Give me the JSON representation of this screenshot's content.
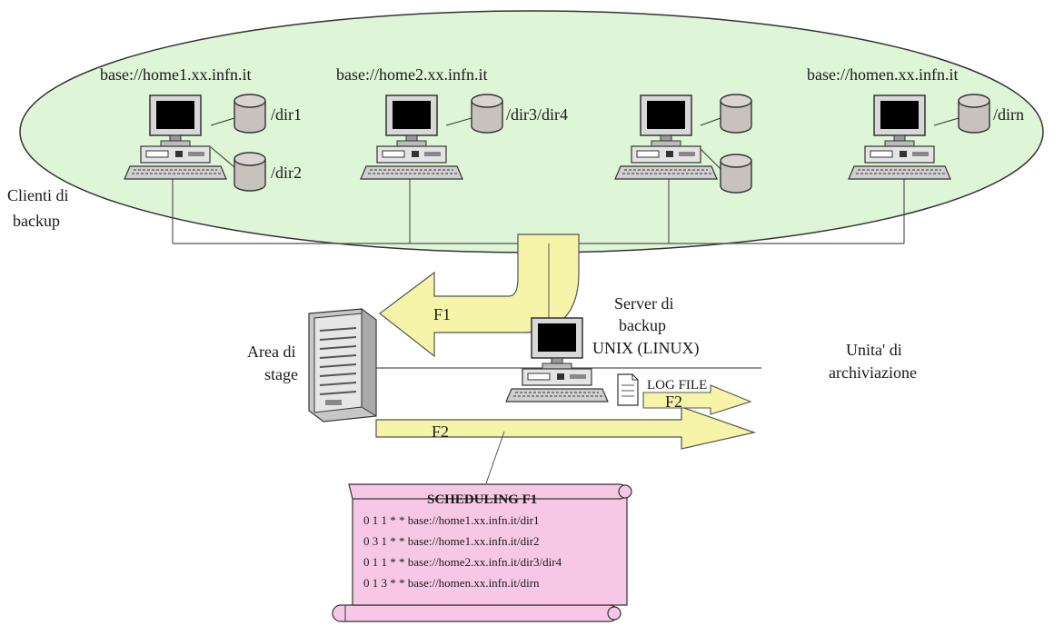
{
  "clients": [
    {
      "host": "base://home1.xx.infn.it",
      "disk_labels": [
        "/dir1",
        "/dir2"
      ]
    },
    {
      "host": "base://home2.xx.infn.it",
      "disk_labels": [
        "/dir3/dir4"
      ]
    },
    {
      "host": "",
      "disk_labels": [
        "",
        ""
      ]
    },
    {
      "host": "base://homen.xx.infn.it",
      "disk_labels": [
        "/dirn"
      ]
    }
  ],
  "labels": {
    "backup_clients": [
      "Clienti di",
      "backup"
    ],
    "server": [
      "Server di",
      "backup",
      "UNIX (LINUX)"
    ],
    "stage_area": [
      "Area di",
      "stage"
    ],
    "archive_units": [
      "Unita' di",
      "archiviazione"
    ],
    "log_file": "LOG FILE",
    "flow_f1": "F1",
    "flow_f2": "F2"
  },
  "schedule": {
    "title": "SCHEDULING F1",
    "lines": [
      "0 1 1 * * base://home1.xx.infn.it/dir1",
      "0 3 1 * * base://home1.xx.infn.it/dir2",
      "0 1 1 * * base://home2.xx.infn.it/dir3/dir4",
      "0 1 3 * * base://homen.xx.infn.it/dirn"
    ]
  },
  "colors": {
    "client_zone": "#dff5d7",
    "flow_arrow": "#f5f4a8",
    "schedule_scroll": "#f7c8e6",
    "disk": "#c8c2bd"
  }
}
